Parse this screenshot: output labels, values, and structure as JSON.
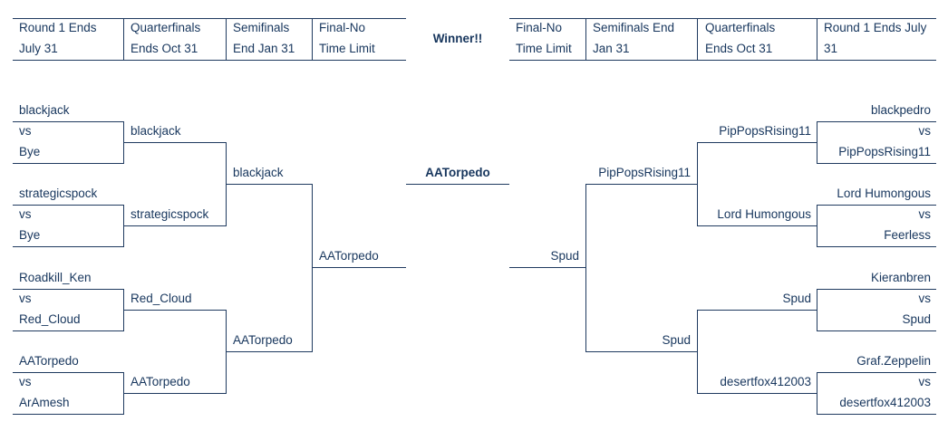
{
  "header": {
    "left": [
      {
        "line1": "Round 1 Ends",
        "line2": "July 31"
      },
      {
        "line1": "Quarterfinals",
        "line2": "Ends Oct 31"
      },
      {
        "line1": "Semifinals",
        "line2": "End Jan 31"
      },
      {
        "line1": "Final-No",
        "line2": "Time Limit"
      }
    ],
    "winner_label": "Winner!!",
    "right": [
      {
        "line1": "Final-No",
        "line2": "Time Limit"
      },
      {
        "line1": "Semifinals End",
        "line2": "Jan 31"
      },
      {
        "line1": "Quarterfinals",
        "line2": "Ends Oct 31"
      },
      {
        "line1": "Round 1 Ends July",
        "line2": "31"
      }
    ]
  },
  "left": {
    "round1": [
      {
        "p1": "blackjack",
        "vs": "vs",
        "p2": "Bye"
      },
      {
        "p1": "strategicspock",
        "vs": "vs",
        "p2": "Bye"
      },
      {
        "p1": "Roadkill_Ken",
        "vs": "vs",
        "p2": "Red_Cloud"
      },
      {
        "p1": "AATorpedo",
        "vs": "vs",
        "p2": "ArAmesh"
      }
    ],
    "quarterfinals": [
      "blackjack",
      "strategicspock",
      "Red_Cloud",
      "AATorpedo"
    ],
    "semifinals": [
      "blackjack",
      "AATorpedo"
    ],
    "final": "AATorpedo"
  },
  "champion": "AATorpedo",
  "right": {
    "round1": [
      {
        "p1": "blackpedro",
        "vs": "vs",
        "p2": "PipPopsRising11"
      },
      {
        "p1": "Lord Humongous",
        "vs": "vs",
        "p2": "Feerless"
      },
      {
        "p1": "Kieranbren",
        "vs": "vs",
        "p2": "Spud"
      },
      {
        "p1": "Graf.Zeppelin",
        "vs": "vs",
        "p2": "desertfox412003"
      }
    ],
    "quarterfinals": [
      "PipPopsRising11",
      "Lord Humongous",
      "Spud",
      "desertfox412003"
    ],
    "semifinals": [
      "PipPopsRising11",
      "Spud"
    ],
    "final": "Spud"
  }
}
